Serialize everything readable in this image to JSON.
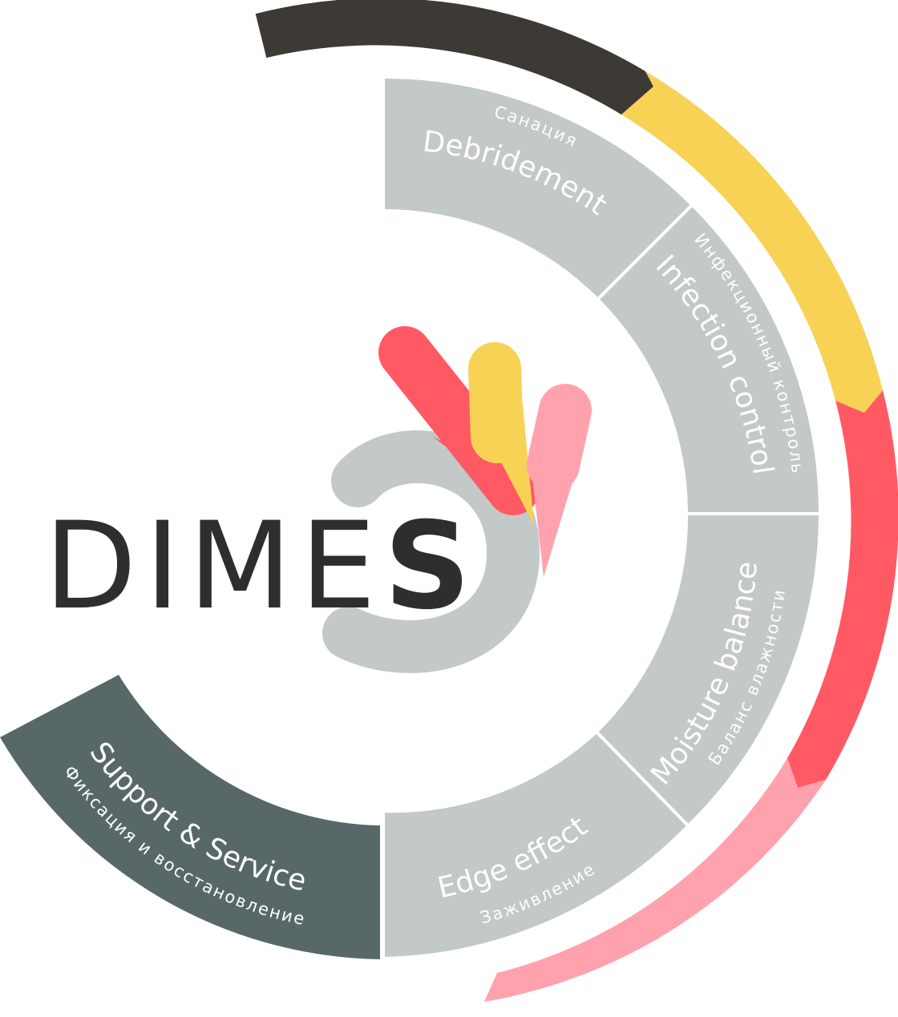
{
  "brand": {
    "light_text": "DIME",
    "bold_text": "S"
  },
  "segments": {
    "debridement": {
      "title": "Debridement",
      "subtitle": "Санация"
    },
    "infection": {
      "title": "Infection control",
      "subtitle": "Инфекционный контроль"
    },
    "moisture": {
      "title": "Moisture balance",
      "subtitle": "Баланс влажности"
    },
    "edge": {
      "title": "Edge effect",
      "subtitle": "Заживление"
    },
    "support": {
      "title": "Support & Service",
      "subtitle": "Фиксация и восстановление"
    }
  },
  "colors": {
    "segment_gray": "#c3c8c9",
    "support_dark": "#586868",
    "arc_dark": "#3d3935",
    "arc_yellow": "#f8d255",
    "arc_red": "#ff5a64",
    "arc_pink": "#ffa2ae",
    "brand_text": "#2e2e2e"
  }
}
